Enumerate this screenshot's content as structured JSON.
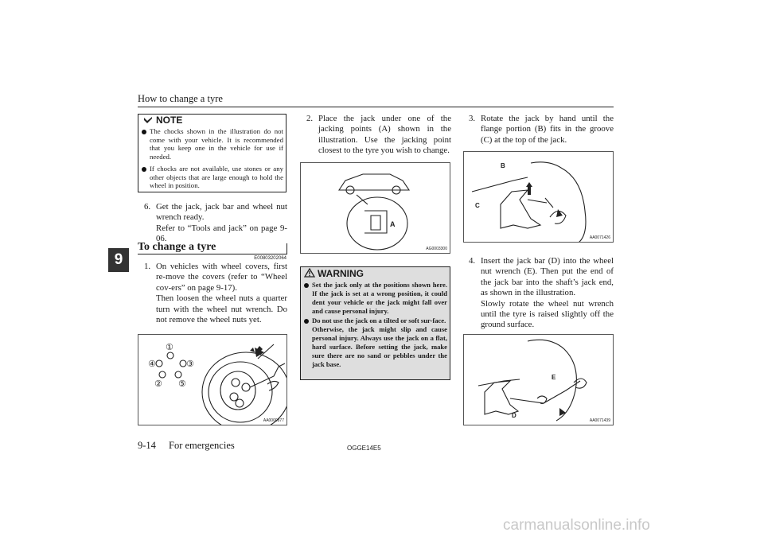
{
  "header": {
    "title": "How to change a tyre"
  },
  "chapter_tab": "9",
  "note": {
    "title": "NOTE",
    "bullets": [
      "The chocks shown in the illustration do not come with your vehicle. It is recommended that you keep one in the vehicle for use if needed.",
      "If chocks are not available, use stones or any other objects that are large enough to hold the wheel in position."
    ]
  },
  "step6": {
    "num": "6.",
    "text": "Get the jack, jack bar and wheel nut wrench ready.",
    "ref": "Refer to “Tools and jack” on page 9-06."
  },
  "section": {
    "title": "To change a tyre",
    "code": "E00803202064"
  },
  "step1": {
    "num": "1.",
    "text": "On vehicles with wheel covers, first re-move the covers (refer to “Wheel cov-ers” on page 9-17).",
    "text2": "Then loosen the wheel nuts a quarter turn with the wheel nut wrench. Do not remove the wheel nuts yet."
  },
  "figure1": {
    "code": "AA0000877",
    "labels": [
      "①",
      "④",
      "③",
      "②",
      "⑤"
    ]
  },
  "step2": {
    "num": "2.",
    "text": "Place the jack under one of the jacking points (A) shown in the illustration. Use the jacking point closest to the tyre you wish to change."
  },
  "figure2": {
    "code": "AG0003300",
    "label_a": "A"
  },
  "warning": {
    "title": "WARNING",
    "bullets": [
      "Set the jack only at the positions shown here. If the jack is set at a wrong position, it could dent your vehicle or the jack might fall over and cause personal injury.",
      "Do not use the jack on a tilted or soft sur-face."
    ],
    "extra": "Otherwise, the jack might slip and cause personal injury. Always use the jack on a flat, hard surface. Before setting the jack, make sure there are no sand or pebbles under the jack base."
  },
  "step3": {
    "num": "3.",
    "text": "Rotate the jack by hand until the flange portion (B) fits in the groove (C) at the top of the jack."
  },
  "figure3": {
    "code": "AA0071426",
    "label_b": "B",
    "label_c": "C"
  },
  "step4": {
    "num": "4.",
    "text": "Insert the jack bar (D) into the wheel nut wrench (E). Then put the end of the jack bar into the shaft’s jack end, as shown in the illustration.",
    "text2": "Slowly rotate the wheel nut wrench until the tyre is raised slightly off the ground surface."
  },
  "figure4": {
    "code": "AA0071439",
    "label_d": "D",
    "label_e": "E"
  },
  "footer": {
    "page": "9-14",
    "section": "For emergencies",
    "code": "OGGE14E5"
  },
  "watermark": "carmanualsonline.info"
}
